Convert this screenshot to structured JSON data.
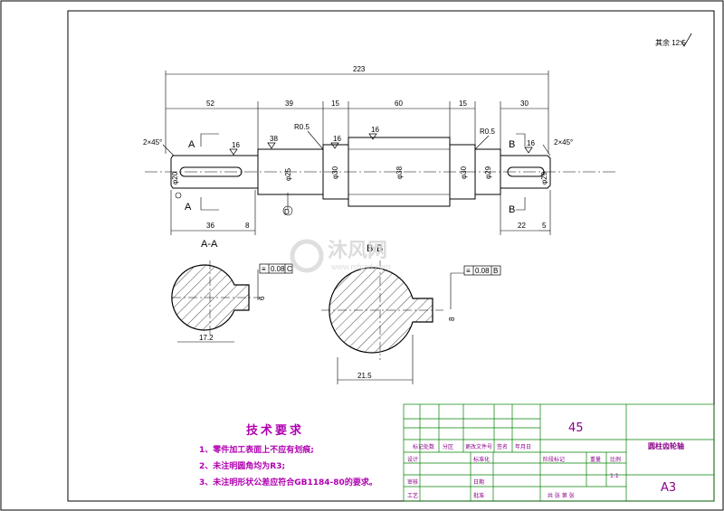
{
  "drawing": {
    "surface_finish": "其余 12.5",
    "dims": {
      "total_length": "223",
      "d52": "52",
      "d39": "39",
      "d15a": "15",
      "d60": "60",
      "d15b": "15",
      "d30": "30",
      "d36": "36",
      "d8": "8",
      "d22": "22",
      "d5": "5",
      "chamfer_left": "2×45°",
      "chamfer_right": "2×45°",
      "r_left": "R0.5",
      "r_right": "R0.5",
      "dia_25": "φ25",
      "dia_30a": "φ30",
      "dia_38": "φ38",
      "dia_30b": "φ30",
      "dia_29": "φ29",
      "dia_20": "φ20",
      "dia_29b": "φ29",
      "rough_16a": "16",
      "rough_38": "38",
      "rough_16b": "16",
      "rough_16c": "16",
      "rough_16d": "16",
      "sec_left_width": "17.2",
      "sec_right_width": "21.5",
      "keyway_left": "6",
      "keyway_right": "8"
    },
    "section_labels": {
      "a_top": "A",
      "a_bottom": "A",
      "b_top": "B",
      "b_bottom": "B",
      "aa": "A-A",
      "bb": "B-B",
      "datum_c": "C",
      "datum_label": "D"
    },
    "tolerances": {
      "left": {
        "symbol": "≡",
        "value": "0.08",
        "datum": "C"
      },
      "right": {
        "symbol": "≡",
        "value": "0.08",
        "datum": "B"
      }
    }
  },
  "requirements": {
    "title": "技术要求",
    "items": [
      "1、零件加工表面上不应有划痕;",
      "2、未注明圆角均为R3;",
      "3、未注明形状公差应符合GB1184-80的要求。"
    ]
  },
  "title_block": {
    "material": "45",
    "part_name": "圆柱齿轮轴",
    "sheet_size": "A3",
    "scale": "1:1",
    "headers": [
      "标记",
      "处数",
      "分区",
      "更改文件号",
      "签名",
      "年月日"
    ],
    "left_rows": [
      "设计",
      "审核",
      "工艺"
    ],
    "mid_labels": [
      "标准化",
      "批准",
      "日期"
    ],
    "stage_headers": [
      "阶段标记",
      "重量",
      "比例"
    ],
    "sheet_count": "共  张  第  张"
  },
  "watermark": {
    "brand": "沐风网",
    "url": "www.mfcad.com"
  }
}
